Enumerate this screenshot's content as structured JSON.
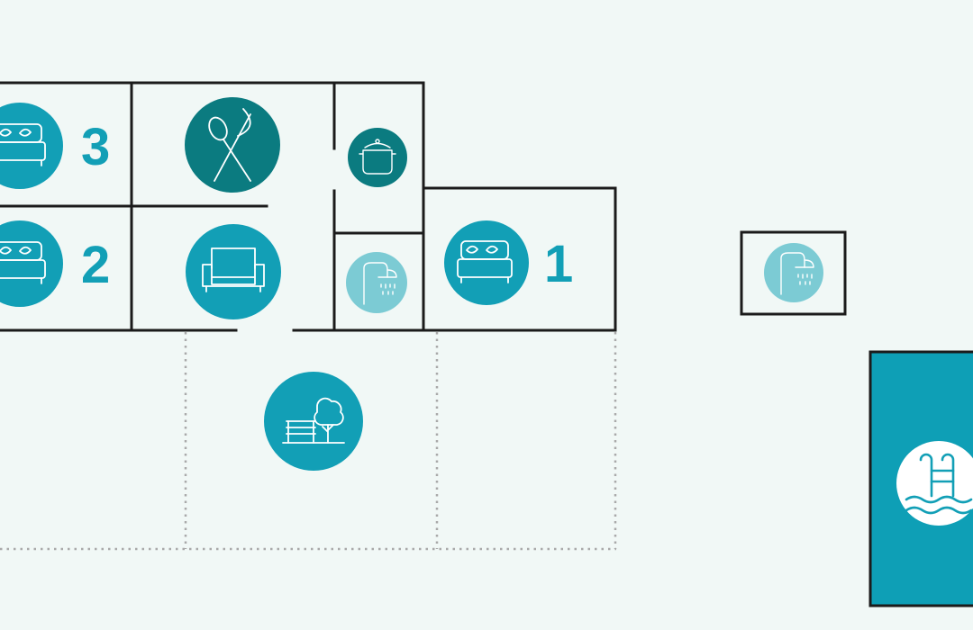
{
  "colors": {
    "background": "#f1f8f6",
    "wall": "#1b1b1b",
    "teal": "#129fb6",
    "dark_teal": "#0b7b80",
    "light_teal": "#7ccbd4",
    "pool": "#0e9fb6",
    "dashed_outline": "#a9a9a9"
  },
  "rooms": {
    "bedroom_3": {
      "label": "3",
      "icon": "bed-icon"
    },
    "bedroom_2": {
      "label": "2",
      "icon": "bed-icon"
    },
    "bedroom_1": {
      "label": "1",
      "icon": "bed-icon"
    },
    "dining": {
      "icon": "cutlery-icon"
    },
    "living_room": {
      "icon": "sofa-icon"
    },
    "kitchen": {
      "icon": "cooking-pot-icon"
    },
    "bathroom": {
      "icon": "shower-icon"
    },
    "outdoor_shower": {
      "icon": "shower-icon"
    },
    "garden": {
      "icon": "tree-bench-icon"
    },
    "pool": {
      "icon": "pool-ladder-icon"
    }
  }
}
